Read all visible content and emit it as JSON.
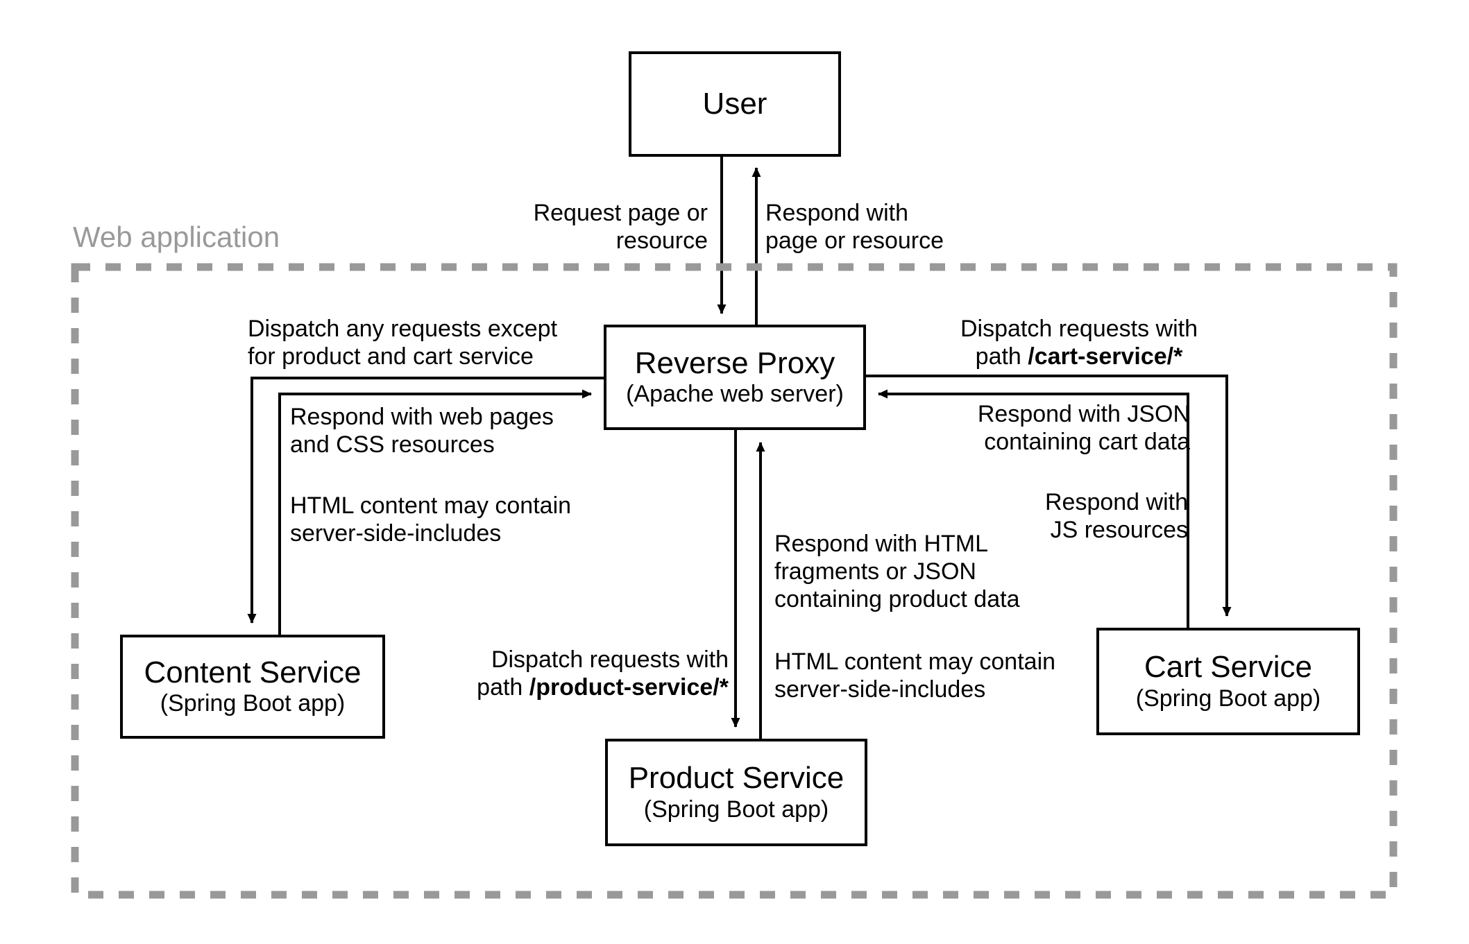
{
  "diagram": {
    "boundary": {
      "label": "Web application",
      "color": "#999999"
    },
    "nodes": [
      {
        "id": "user",
        "title": "User",
        "subtitle": ""
      },
      {
        "id": "reverse-proxy",
        "title": "Reverse Proxy",
        "subtitle": "(Apache web server)"
      },
      {
        "id": "content-service",
        "title": "Content Service",
        "subtitle": "(Spring Boot app)"
      },
      {
        "id": "product-service",
        "title": "Product Service",
        "subtitle": "(Spring Boot app)"
      },
      {
        "id": "cart-service",
        "title": "Cart Service",
        "subtitle": "(Spring Boot app)"
      }
    ],
    "edge_labels": {
      "user_request": "Request page or\nresource",
      "user_respond": "Respond with\npage or resource",
      "content_dispatch": "Dispatch any requests except\nfor product and cart service",
      "content_respond": "Respond with web pages\nand CSS resources",
      "content_ssi": "HTML content may contain\nserver-side-includes",
      "product_dispatch_prefix": "Dispatch requests with\npath ",
      "product_dispatch_path": "/product-service/*",
      "product_respond": "Respond with HTML\nfragments or JSON\ncontaining product data",
      "product_ssi": "HTML content may contain\nserver-side-includes",
      "cart_dispatch_prefix": "Dispatch requests with\npath ",
      "cart_dispatch_path": "/cart-service/*",
      "cart_respond": "Respond with JSON\ncontaining cart data",
      "cart_js": "Respond with\nJS resources"
    }
  }
}
